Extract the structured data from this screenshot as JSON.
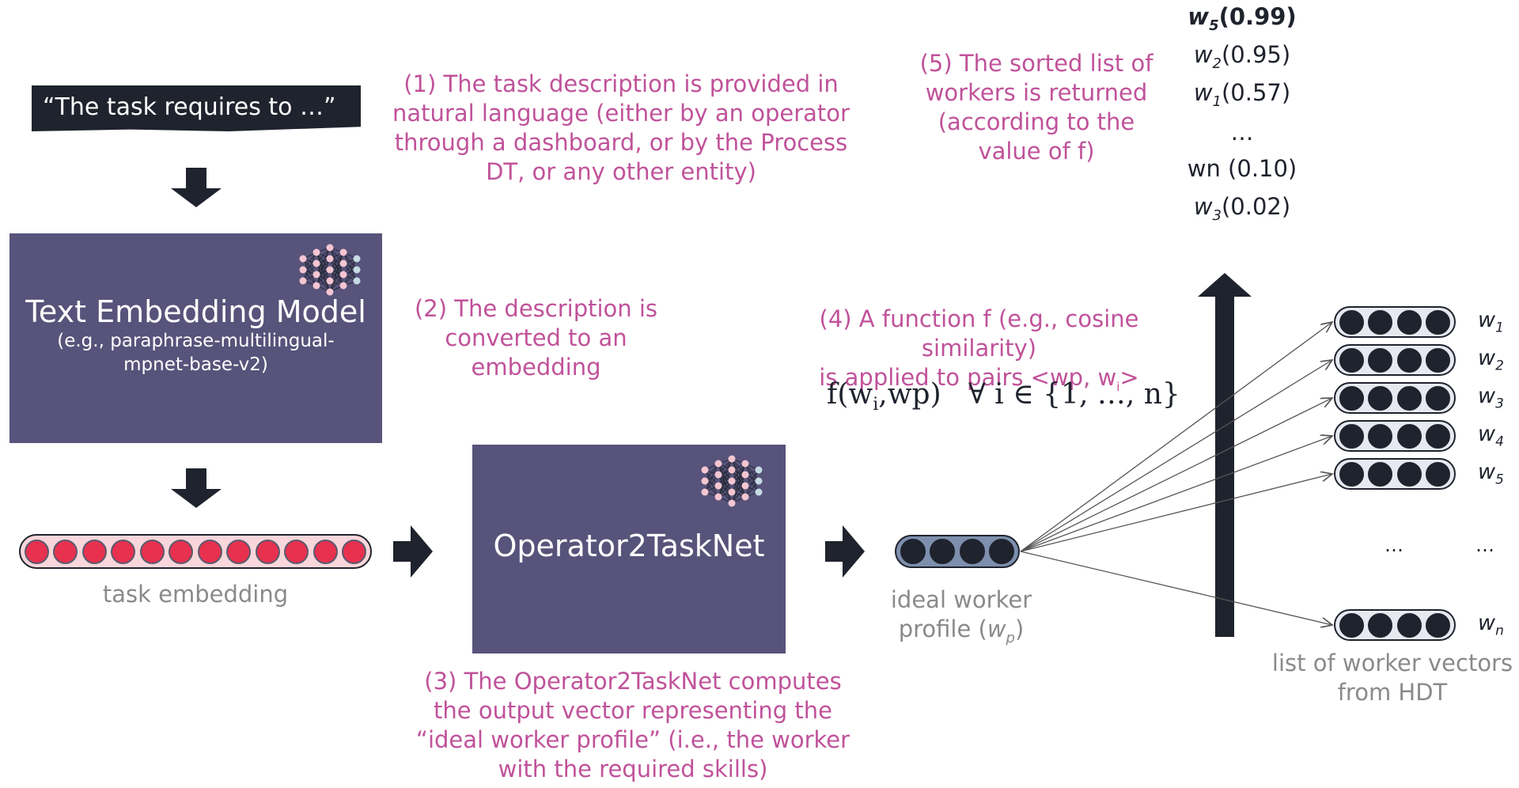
{
  "input": {
    "text": "“The task requires to …”"
  },
  "text_embedding_model": {
    "title": "Text Embedding Model",
    "subtitle_line1": "(e.g., paraphrase-multilingual-",
    "subtitle_line2": "mpnet-base-v2)",
    "icon": "neural-network-icon"
  },
  "task_embedding": {
    "label": "task embedding",
    "dimensions": 12,
    "fill_color": "#e8304f",
    "bg_color": "#f9d6db"
  },
  "operator_net": {
    "title": "Operator2TaskNet",
    "icon": "neural-network-icon"
  },
  "ideal_profile": {
    "label_line1": "ideal worker",
    "label_line2": "profile (",
    "symbol": "w",
    "sub": "p",
    "close": ")",
    "dimensions": 4,
    "bg_color": "#7d8fad"
  },
  "worker_list": {
    "label_line1": "list of worker vectors",
    "label_line2": "from HDT",
    "workers": [
      {
        "symbol": "w",
        "sub": "1"
      },
      {
        "symbol": "w",
        "sub": "2"
      },
      {
        "symbol": "w",
        "sub": "3"
      },
      {
        "symbol": "w",
        "sub": "4"
      },
      {
        "symbol": "w",
        "sub": "5"
      },
      {
        "symbol": "w",
        "sub": "n"
      }
    ],
    "ellipsis": "…",
    "bg_color": "#e6e9f0"
  },
  "annotations": {
    "step1": [
      "(1)  The task description is provided in",
      "natural language (either by an operator",
      "through a dashboard, or by the Process",
      "DT, or any other entity)"
    ],
    "step2": [
      "(2) The description is",
      "converted to an",
      "embedding"
    ],
    "step3": [
      "(3) The Operator2TaskNet computes",
      "the output vector representing the",
      "“ideal worker profile” (i.e., the worker",
      "with the required skills)"
    ],
    "step4": [
      "(4) A function f (e.g., cosine similarity)",
      "is applied to pairs <wp, w",
      "i",
      ">"
    ],
    "step5": [
      "(5) The sorted list of",
      "workers is returned",
      "(according to the",
      "value of f)"
    ]
  },
  "formula": {
    "f": "f",
    "args_w": "w",
    "args_sub": "i",
    "args_rest": ",wp",
    "quantifier": "∀ i ∈ {1, …, n}"
  },
  "ranking": [
    {
      "symbol": "w",
      "sub": "5",
      "score": "(0.99)",
      "bold": true
    },
    {
      "symbol": "w",
      "sub": "2",
      "score": "(0.95)",
      "bold": false
    },
    {
      "symbol": "w",
      "sub": "1",
      "score": "(0.57)",
      "bold": false
    },
    {
      "symbol": "",
      "sub": "",
      "score": "…",
      "bold": false
    },
    {
      "symbol": "wn",
      "sub": "",
      "score": " (0.10)",
      "bold": false,
      "plain": true
    },
    {
      "symbol": "w",
      "sub": "3",
      "score": "(0.02)",
      "bold": false
    }
  ],
  "colors": {
    "annotation": "#c0529a",
    "dark": "#1f232d",
    "box": "#57537a",
    "caption": "#8a8a8a"
  }
}
